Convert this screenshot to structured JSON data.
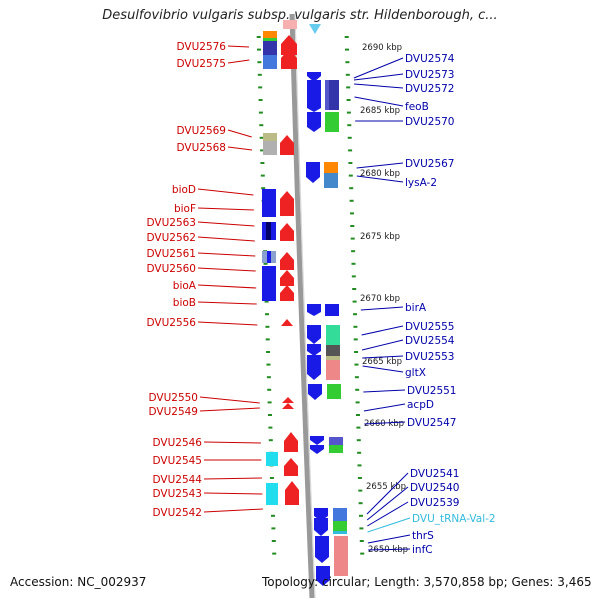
{
  "header": {
    "title": "Desulfovibrio vulgaris subsp. vulgaris str. Hildenborough, c..."
  },
  "footer": {
    "accession": "Accession: NC_002937",
    "summary": "Topology: circular; Length: 3,570,858 bp; Genes: 3,465"
  },
  "colors": {
    "reverse_label": "#cc0000",
    "forward_label": "#0000aa",
    "trna_label": "#33bbdd",
    "backbone": "#999999",
    "tick": "#228b22"
  },
  "scale": {
    "ticks": [
      "2690 kbp",
      "2685 kbp",
      "2680 kbp",
      "2675 kbp",
      "2670 kbp",
      "2665 kbp",
      "2660 kbp",
      "2655 kbp",
      "2650 kbp"
    ]
  },
  "reverse_genes": [
    {
      "label": "DVU2576",
      "color": "#4477dd"
    },
    {
      "label": "DVU2575",
      "color": "#4477dd"
    },
    {
      "label": "DVU2569",
      "color": "#b0b0b0"
    },
    {
      "label": "DVU2568",
      "color": "#b0b0b0"
    },
    {
      "label": "bioD",
      "color": "#1a1ae6"
    },
    {
      "label": "bioF",
      "color": "#1a1ae6"
    },
    {
      "label": "DVU2563",
      "color": "#1a1ae6"
    },
    {
      "label": "DVU2562",
      "color": "#1a1ae6"
    },
    {
      "label": "DVU2561",
      "color": "#8aa0d0"
    },
    {
      "label": "DVU2560",
      "color": "#1a1ae6"
    },
    {
      "label": "bioA",
      "color": "#1a1ae6"
    },
    {
      "label": "bioB",
      "color": "#1a1ae6"
    },
    {
      "label": "DVU2556",
      "color": "#ee2222"
    },
    {
      "label": "DVU2550",
      "color": "#ee2222"
    },
    {
      "label": "DVU2549",
      "color": "#ee2222"
    },
    {
      "label": "DVU2546",
      "color": "#ee2222"
    },
    {
      "label": "DVU2545",
      "color": "#22ddee"
    },
    {
      "label": "DVU2544",
      "color": "#ee2222"
    },
    {
      "label": "DVU2543",
      "color": "#22ddee"
    },
    {
      "label": "DVU2542",
      "color": "#ee2222"
    }
  ],
  "forward_genes": [
    {
      "label": "DVU2574",
      "color": "#3333cc"
    },
    {
      "label": "DVU2573",
      "color": "#3333cc"
    },
    {
      "label": "DVU2572",
      "color": "#3333cc"
    },
    {
      "label": "feoB",
      "color": "#1a1ae6"
    },
    {
      "label": "DVU2570",
      "color": "#33cc33"
    },
    {
      "label": "DVU2567",
      "color": "#ff8800"
    },
    {
      "label": "lysA-2",
      "color": "#4488cc"
    },
    {
      "label": "birA",
      "color": "#1a1ae6"
    },
    {
      "label": "DVU2555",
      "color": "#33dd99"
    },
    {
      "label": "DVU2554",
      "color": "#555555"
    },
    {
      "label": "DVU2553",
      "color": "#bbbb88"
    },
    {
      "label": "gltX",
      "color": "#ee8888"
    },
    {
      "label": "DVU2551",
      "color": "#33cc33"
    },
    {
      "label": "acpD",
      "color": "#1a1ae6"
    },
    {
      "label": "DVU2547",
      "color": "#3333cc"
    },
    {
      "label": "DVU2541",
      "color": "#1a1ae6"
    },
    {
      "label": "DVU2540",
      "color": "#4477dd"
    },
    {
      "label": "DVU2539",
      "color": "#33cc33"
    },
    {
      "label": "DVU_tRNA-Val-2",
      "color": "#33bbdd"
    },
    {
      "label": "thrS",
      "color": "#ee8888"
    },
    {
      "label": "infC",
      "color": "#ee8888"
    }
  ]
}
